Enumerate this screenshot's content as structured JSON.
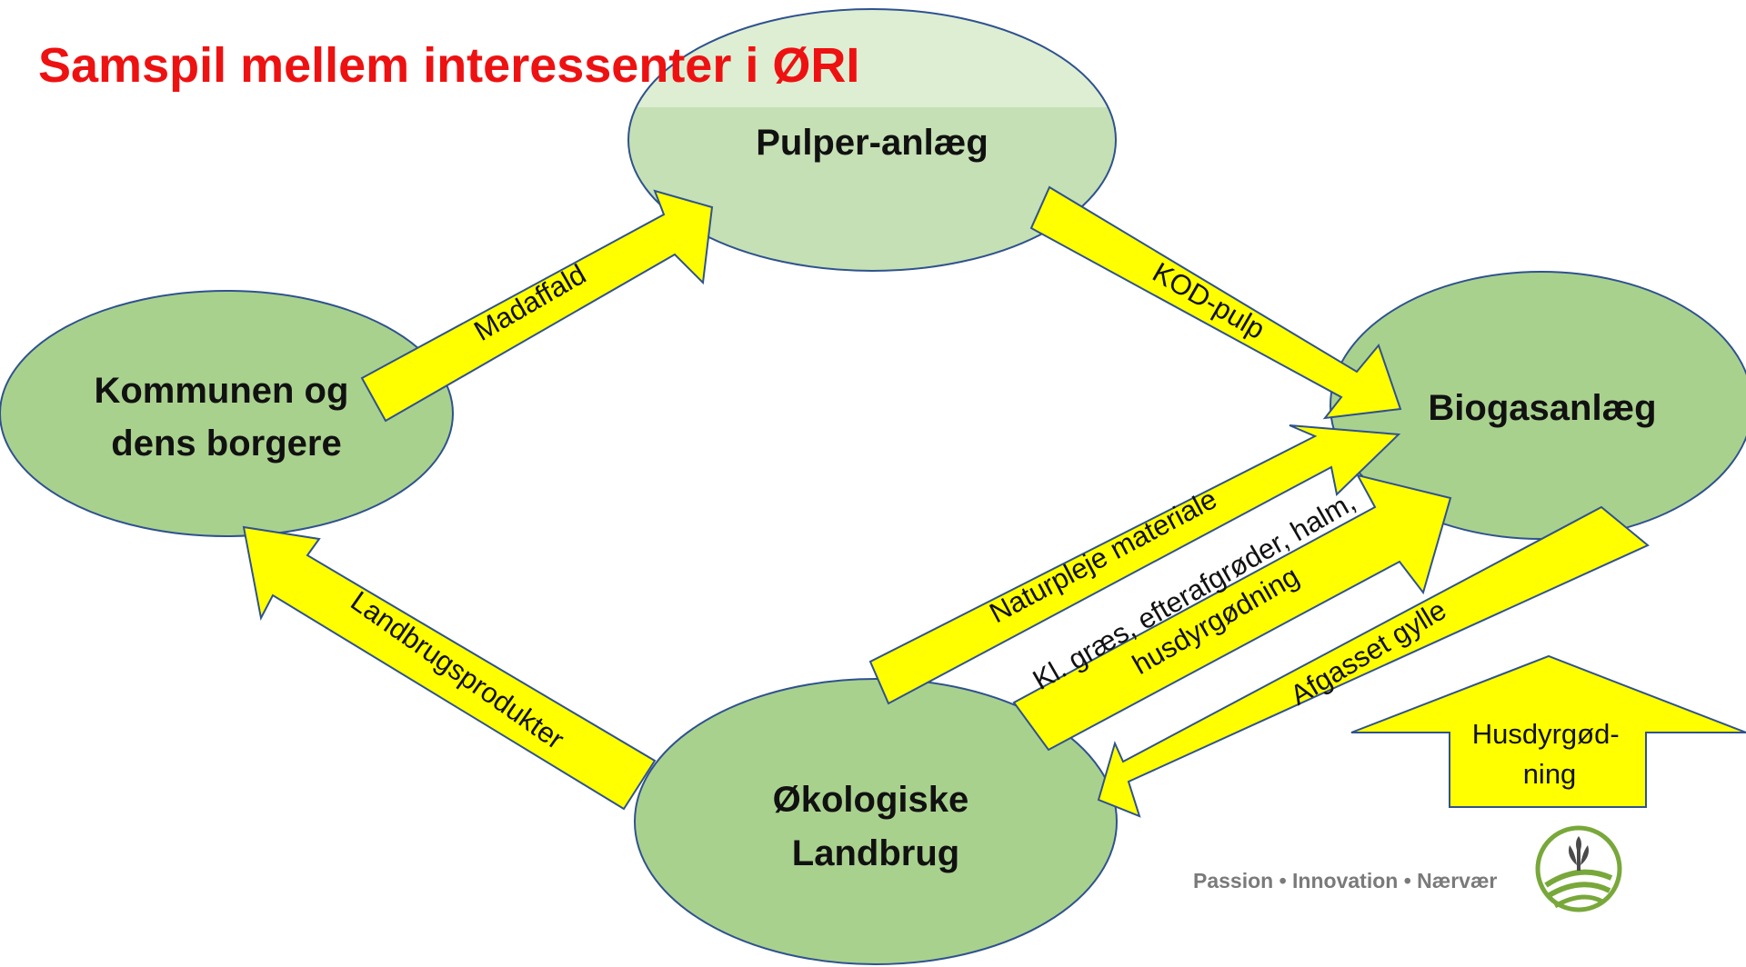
{
  "title": "Samspil mellem interessenter i ØRI",
  "nodes": {
    "pulper": {
      "lines": [
        "Pulper-anlæg"
      ]
    },
    "kommunen": {
      "lines": [
        "Kommunen og",
        "dens borgere"
      ]
    },
    "biogas": {
      "lines": [
        "Biogasanlæg"
      ]
    },
    "landbrug": {
      "lines": [
        "Økologiske",
        "Landbrug"
      ]
    }
  },
  "flows": {
    "madaffald": {
      "lines": [
        "Madaffald"
      ]
    },
    "kod_pulp": {
      "lines": [
        "KOD-pulp"
      ]
    },
    "naturpleje": {
      "lines": [
        "Naturpleje materiale"
      ]
    },
    "kl_graes": {
      "lines": [
        "Kl. græs, efterafgrøder, halm,",
        "husdyrgødning"
      ]
    },
    "afgasset": {
      "lines": [
        "Afgasset gylle"
      ]
    },
    "landbrugsprodukter": {
      "lines": [
        "Landbrugsprodukter"
      ]
    },
    "husdyrgodning": {
      "lines": [
        "Husdyrgød-",
        "ning"
      ]
    }
  },
  "tagline": "Passion • Innovation • Nærvær",
  "logo": {
    "icon": "wheat-fields-logo-icon",
    "color": "#78a83a"
  },
  "colors": {
    "title": "#ee1111",
    "node_fill": "#a9d18e",
    "node_fill_light": "#c5e0b4",
    "node_stroke": "#2f528f",
    "arrow_fill": "#ffff00",
    "tagline": "#7a7a7a"
  }
}
